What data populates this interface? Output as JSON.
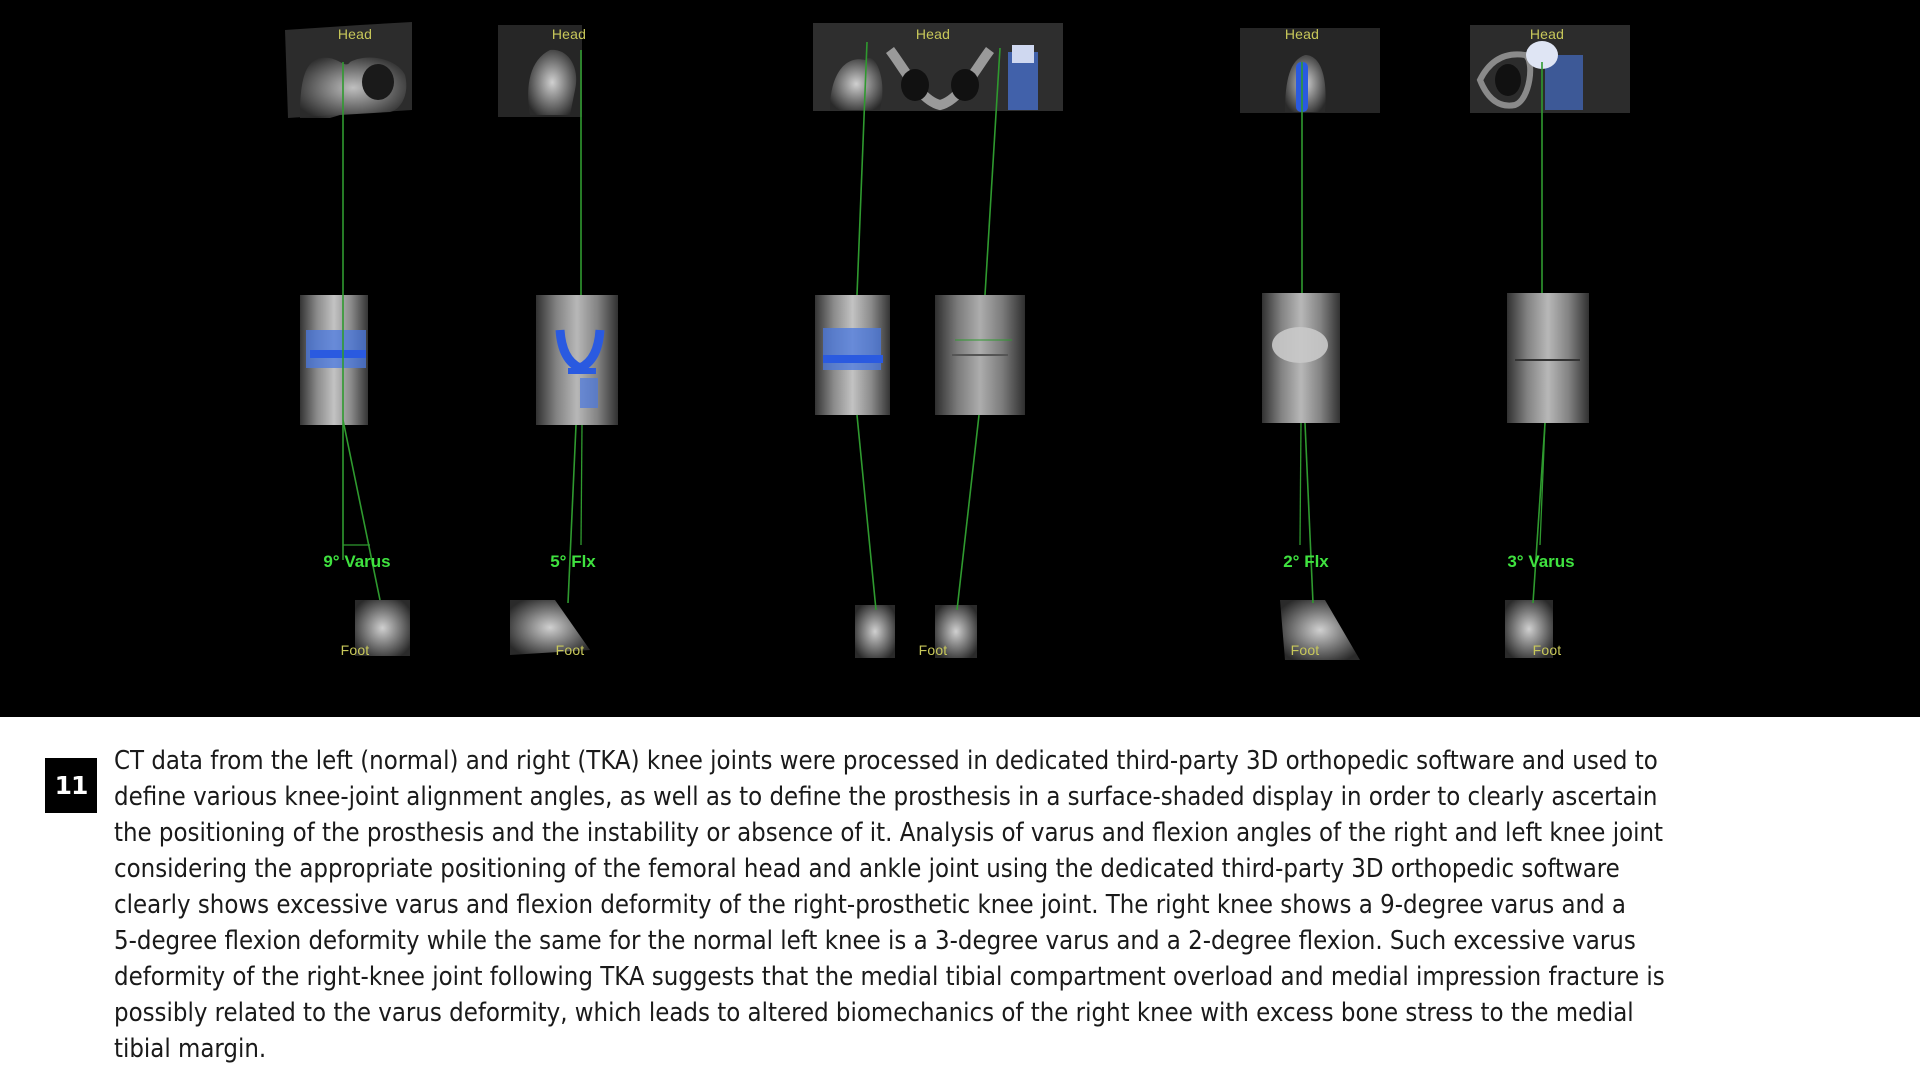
{
  "figure": {
    "background": "#000000",
    "label_color": "#c8c85a",
    "angle_label_color": "#3fe23f",
    "axis_line_color": "#2f9a2f",
    "prosthesis_color": "#3d6fe6",
    "panels": [
      {
        "id": "right-frontal",
        "head_label": "Head",
        "foot_label": "Foot",
        "angle_label": "9° Varus"
      },
      {
        "id": "right-lateral",
        "head_label": "Head",
        "foot_label": "Foot",
        "angle_label": "5° Flx"
      },
      {
        "id": "bilateral-frontal",
        "head_label": "Head",
        "foot_label": "Foot",
        "angle_label": ""
      },
      {
        "id": "left-lateral",
        "head_label": "Head",
        "foot_label": "Foot",
        "angle_label": "2° Flx"
      },
      {
        "id": "left-frontal",
        "head_label": "Head",
        "foot_label": "Foot",
        "angle_label": "3° Varus"
      }
    ]
  },
  "caption": {
    "figure_number": "11",
    "lines": [
      "CT data from the left (normal) and right (TKA) knee joints were processed in dedicated third-party 3D orthopedic software and used to",
      "define various knee-joint alignment angles, as well as to define the prosthesis in a surface-shaded display in order to clearly ascertain",
      "the positioning of the prosthesis and the instability or absence of it. Analysis of varus and flexion angles of the right and left knee joint",
      "considering the appropriate positioning of the femoral head and ankle joint using the dedicated third-party 3D orthopedic software",
      "clearly shows excessive varus and flexion deformity of the right-prosthetic knee joint. The right knee shows a 9-degree varus and a",
      "5-degree flexion deformity while the same for the normal left knee is a 3-degree varus and a 2-degree flexion. Such excessive varus",
      "deformity of the right-knee joint following TKA suggests that the medial tibial compartment overload and medial impression fracture is",
      "possibly related to the varus deformity, which leads to altered biomechanics of the right knee with excess bone stress to the medial",
      "tibial margin."
    ]
  }
}
